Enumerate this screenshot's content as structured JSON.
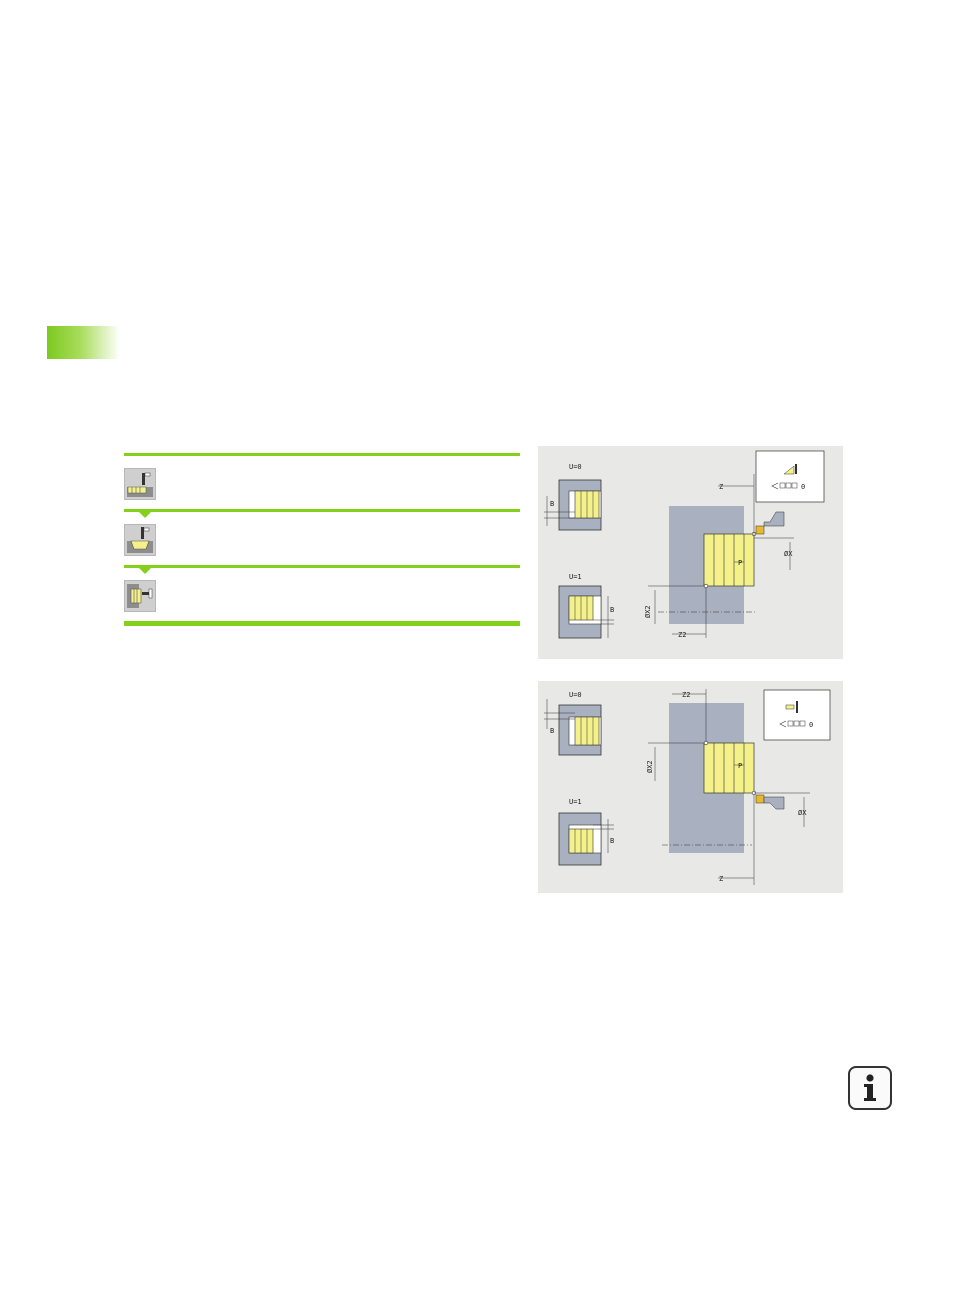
{
  "diagram_top": {
    "labels": {
      "u0": "U=0",
      "u1": "U=1",
      "b1": "B",
      "b2": "B",
      "z": "Z",
      "z2": "Z2",
      "x": "ØX",
      "x2": "ØX2",
      "p": "P",
      "zero": "0"
    }
  },
  "diagram_bottom": {
    "labels": {
      "u0": "U=0",
      "u1": "U=1",
      "b1": "B",
      "b2": "B",
      "z": "Z",
      "z2": "Z2",
      "x": "ØX",
      "x2": "ØX2",
      "p": "P",
      "zero": "0"
    }
  },
  "icons": {
    "cycle_1": "recessing-radial-icon",
    "cycle_2": "recessing-finish-icon",
    "cycle_3": "recessing-axial-icon",
    "info": "info-icon"
  },
  "colors": {
    "accent": "#84d01a",
    "workpiece": "#a9b0bf",
    "cut_region": "#f4f08a",
    "diagram_bg": "#e8e8e6"
  }
}
